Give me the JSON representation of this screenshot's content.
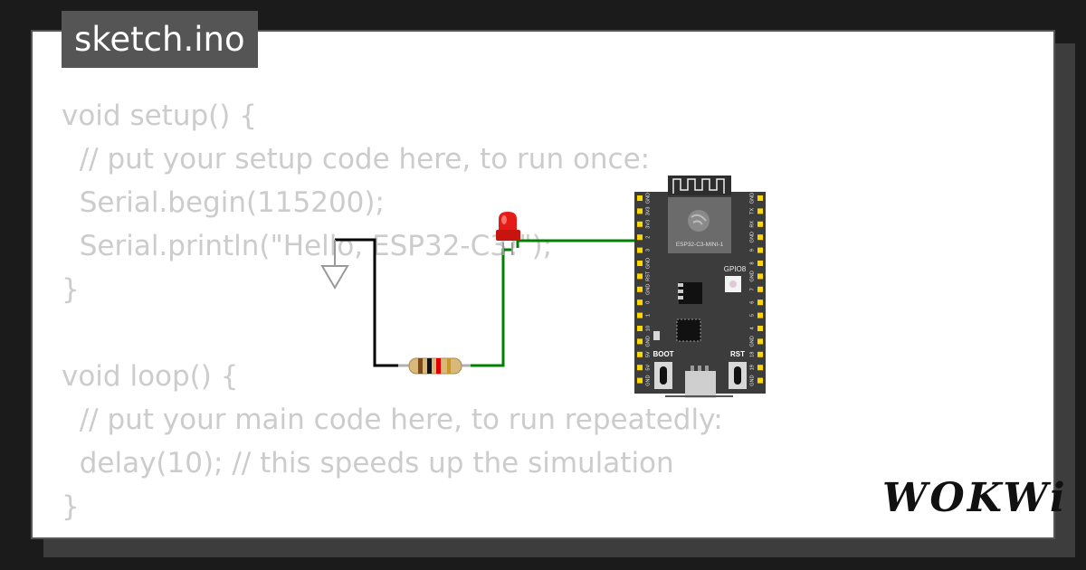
{
  "file": {
    "tab_label": "sketch.ino"
  },
  "code": {
    "lines": [
      "void setup() {",
      "  // put your setup code here, to run once:",
      "  Serial.begin(115200);",
      "  Serial.println(\"Hello, ESP32-C3!\");",
      "}",
      "",
      "void loop() {",
      "  // put your main code here, to run repeatedly:",
      "  delay(10); // this speeds up the simulation",
      "}"
    ]
  },
  "board": {
    "module_label": "ESP32-C3-MINI-1",
    "led_label": "GPIO8",
    "boot_label": "BOOT",
    "rst_label": "RST",
    "left_pins": [
      "GND",
      "3V3",
      "3V3",
      "2",
      "3",
      "GND",
      "RST",
      "GND",
      "0",
      "1",
      "10",
      "GND",
      "5V",
      "5V",
      "GND"
    ],
    "right_pins": [
      "GND",
      "TX",
      "RX",
      "GND",
      "9",
      "8",
      "GND",
      "7",
      "6",
      "5",
      "4",
      "GND",
      "18",
      "19",
      "GND"
    ]
  },
  "brand": {
    "logo": "WOKWi"
  },
  "colors": {
    "background": "#1b1b1b",
    "card": "#ffffff",
    "tab": "#555555",
    "code_text": "#cccccc",
    "wire_green": "#008000",
    "wire_black": "#000000",
    "led_red": "#e41b17",
    "board": "#3c3c3c",
    "pin_yellow": "#ffd700"
  }
}
